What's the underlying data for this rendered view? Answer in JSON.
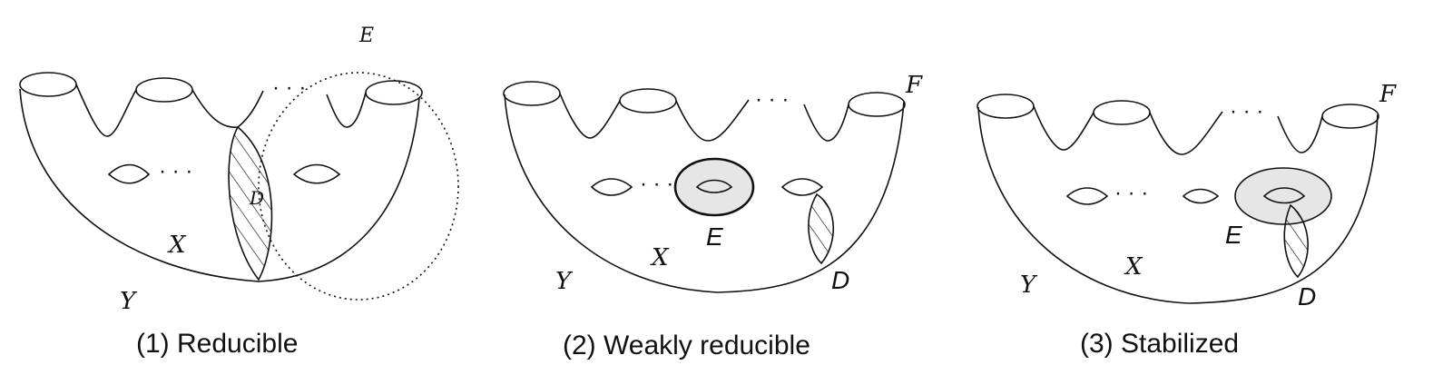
{
  "panels": [
    {
      "caption": "(1) Reducible",
      "labels": {
        "E": "E",
        "D": "D",
        "X": "X",
        "Y": "Y"
      }
    },
    {
      "caption": "(2) Weakly reducible",
      "labels": {
        "F": "F",
        "E": "E",
        "D": "D",
        "X": "X",
        "Y": "Y"
      }
    },
    {
      "caption": "(3) Stabilized",
      "labels": {
        "F": "F",
        "E": "E",
        "D": "D",
        "X": "X",
        "Y": "Y"
      }
    }
  ],
  "ellipsis": "· · ·",
  "colors": {
    "line": "#111111",
    "disk_fill": "#e6e6e6"
  }
}
